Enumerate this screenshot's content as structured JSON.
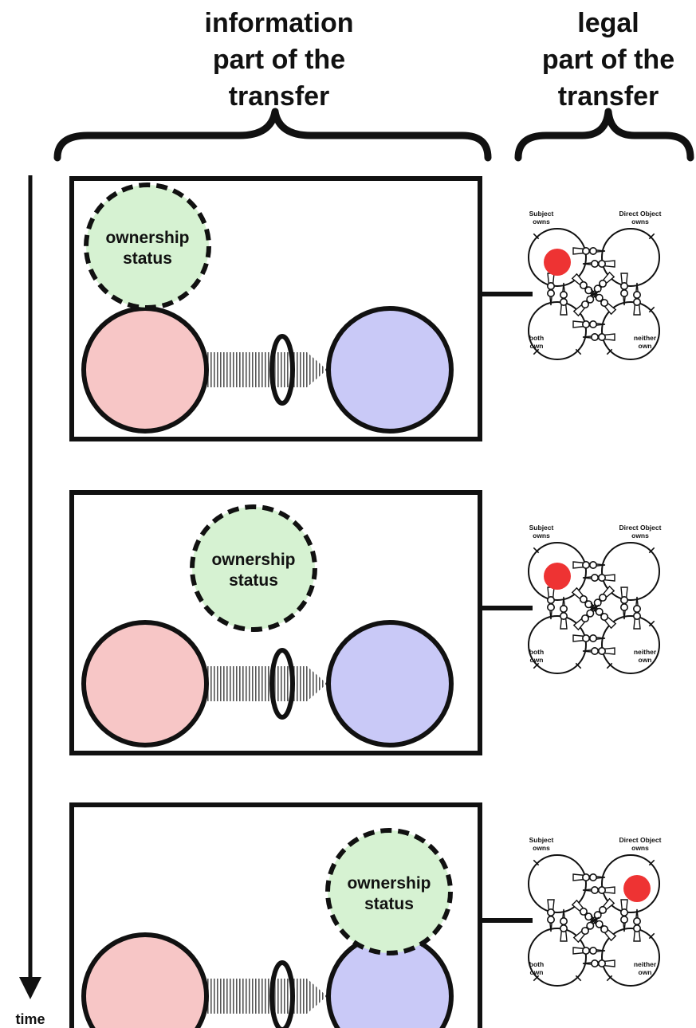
{
  "headers": {
    "information": [
      "information",
      "part of the",
      "transfer"
    ],
    "legal": [
      "legal",
      "part of the",
      "transfer"
    ]
  },
  "axis": {
    "time_label": "time"
  },
  "stages": [
    {
      "status_label": [
        "ownership",
        "status"
      ],
      "status_position": "subject",
      "state_labels": {
        "subject": [
          "Subject",
          "owns"
        ],
        "object": [
          "Direct Object",
          "owns"
        ],
        "both": [
          "both",
          "own"
        ],
        "neither": [
          "neither",
          "own"
        ]
      },
      "active_state": "subject"
    },
    {
      "status_label": [
        "ownership",
        "status"
      ],
      "status_position": "midway",
      "state_labels": {
        "subject": [
          "Subject",
          "owns"
        ],
        "object": [
          "Direct Object",
          "owns"
        ],
        "both": [
          "both",
          "own"
        ],
        "neither": [
          "neither",
          "own"
        ]
      },
      "active_state": "subject"
    },
    {
      "status_label": [
        "ownership",
        "status"
      ],
      "status_position": "object",
      "state_labels": {
        "subject": [
          "Subject",
          "owns"
        ],
        "object": [
          "Direct Object",
          "owns"
        ],
        "both": [
          "both",
          "own"
        ],
        "neither": [
          "neither",
          "own"
        ]
      },
      "active_state": "object"
    }
  ],
  "colors": {
    "subject_fill": "#f7c6c6",
    "object_fill": "#c9c9f7",
    "status_fill": "#d6f2d2",
    "active_token": "#ee3333",
    "outline": "#111111"
  }
}
